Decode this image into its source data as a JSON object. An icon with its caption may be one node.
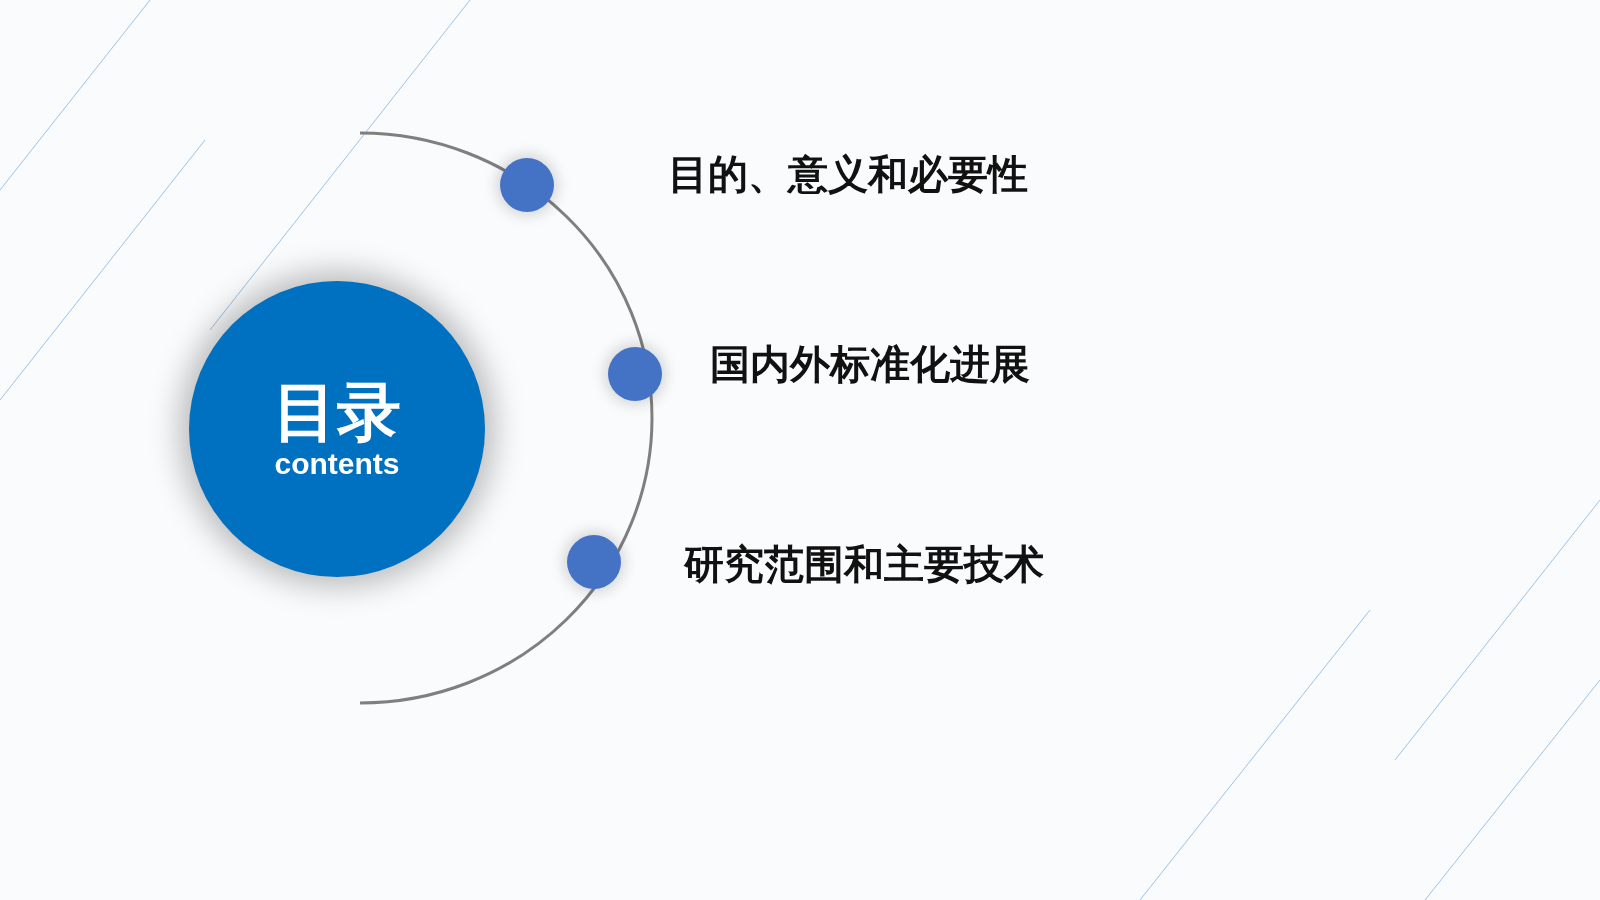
{
  "diagram": {
    "nodes": [
      {
        "text": [
          "目录",
          "contents"
        ]
      },
      {
        "text": [],
        "shape": "circle",
        "beside": [
          "目的、意义和必要性"
        ]
      },
      {
        "text": [],
        "shape": "circle",
        "beside": [
          "国内外标准化进展"
        ]
      },
      {
        "text": [],
        "shape": "circle",
        "beside": [
          "研究范围和主要技术"
        ]
      }
    ]
  }
}
